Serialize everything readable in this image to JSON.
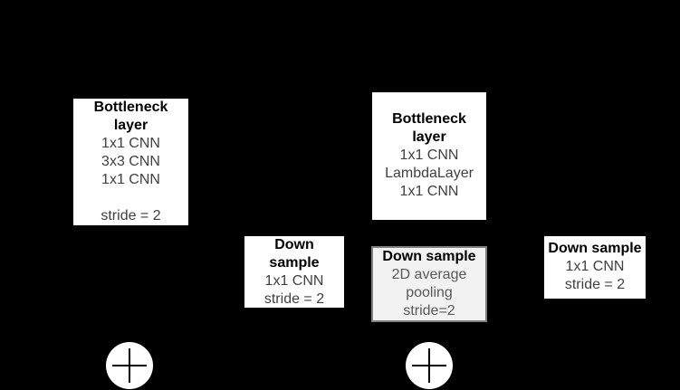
{
  "diagram": {
    "boxes": {
      "bottleneck_left": {
        "title_lines": [
          "Bottleneck",
          "layer"
        ],
        "layers": [
          "1x1 CNN",
          "3x3 CNN",
          "1x1 CNN"
        ],
        "note": "stride = 2"
      },
      "bottleneck_right": {
        "title_lines": [
          "Bottleneck",
          "layer"
        ],
        "layers": [
          "1x1 CNN",
          "LambdaLayer",
          "1x1 CNN"
        ]
      },
      "downsample_left": {
        "title_lines": [
          "Down",
          "sample"
        ],
        "layers": [
          "1x1 CNN",
          "stride = 2"
        ]
      },
      "downsample_center": {
        "title_lines": [
          "Down sample"
        ],
        "layers": [
          "2D average pooling",
          "stride=2"
        ]
      },
      "downsample_right": {
        "title_lines": [
          "Down sample"
        ],
        "layers": [
          "1x1 CNN",
          "stride = 2"
        ]
      }
    },
    "operators": {
      "left_symbol": "+",
      "right_symbol": "+"
    },
    "colors": {
      "background": "#000000",
      "box_fill": "#ffffff",
      "box_title_text": "#000000",
      "box_body_text": "#404040",
      "gray_box_fill": "#f2f2f2",
      "gray_box_border": "#808080",
      "gray_box_text": "#595959",
      "operator_fill": "#ffffff",
      "operator_glyph": "#000000"
    }
  }
}
